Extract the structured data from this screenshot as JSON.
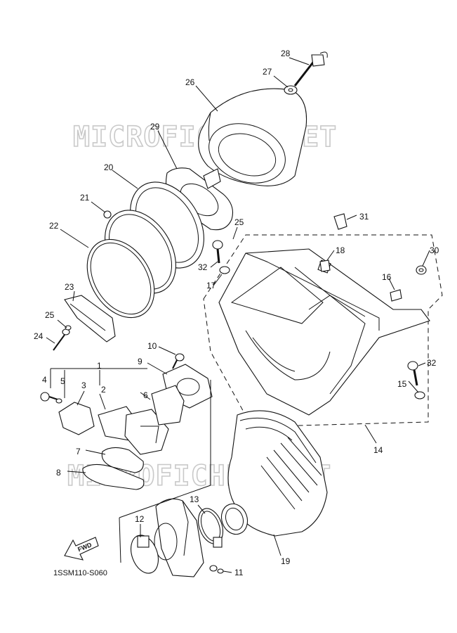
{
  "diagram_code": "1SSM110-S060",
  "watermark": [
    "MICROFICHES.NET",
    "MICROFICHES.NET"
  ],
  "fwd_label": "FWD",
  "callouts": [
    "28",
    "27",
    "26",
    "29",
    "20",
    "21",
    "22",
    "25",
    "31",
    "18",
    "30",
    "32",
    "17",
    "16",
    "23",
    "25",
    "24",
    "10",
    "1",
    "4",
    "5",
    "3",
    "2",
    "6",
    "9",
    "32",
    "15",
    "14",
    "7",
    "8",
    "12",
    "13",
    "11",
    "19"
  ],
  "icons": {
    "direction_arrow": "fwd-arrow-icon"
  }
}
